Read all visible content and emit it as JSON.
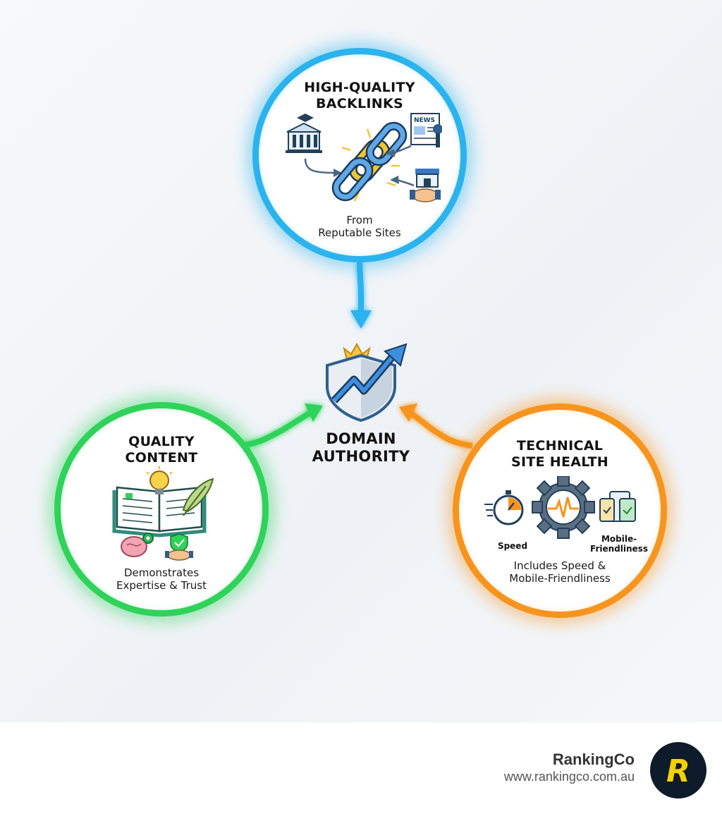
{
  "diagram": {
    "center": {
      "title_line1": "DOMAIN",
      "title_line2": "AUTHORITY",
      "icon": "shield-crown-growth-icon"
    },
    "nodes": {
      "backlinks": {
        "title_line1": "HIGH-QUALITY",
        "title_line2": "BACKLINKS",
        "caption_line1": "From",
        "caption_line2": "Reputable Sites",
        "news_label": "NEWS",
        "color": "#2bb3ee",
        "icons": [
          "university-icon",
          "chain-link-icon",
          "newspaper-icon",
          "store-handshake-icon"
        ]
      },
      "content": {
        "title_line1": "QUALITY",
        "title_line2": "CONTENT",
        "caption_line1": "Demonstrates",
        "caption_line2": "Expertise & Trust",
        "color": "#2fd35a",
        "icons": [
          "open-book-icon",
          "lightbulb-icon",
          "quill-icon",
          "brain-gear-icon",
          "handshake-check-icon"
        ]
      },
      "technical": {
        "title_line1": "TECHNICAL",
        "title_line2": "SITE HEALTH",
        "speed_label": "Speed",
        "mobile_label_line1": "Mobile-",
        "mobile_label_line2": "Friendliness",
        "caption_line1": "Includes Speed &",
        "caption_line2": "Mobile-Friendliness",
        "color": "#f7941d",
        "icons": [
          "stopwatch-icon",
          "gear-pulse-icon",
          "mobile-devices-icon"
        ]
      }
    }
  },
  "footer": {
    "brand_name": "RankingCo",
    "brand_url": "www.rankingco.com.au",
    "logo_letter": "R",
    "logo_color": "#f5d000",
    "logo_bg": "#0d1b2a"
  }
}
